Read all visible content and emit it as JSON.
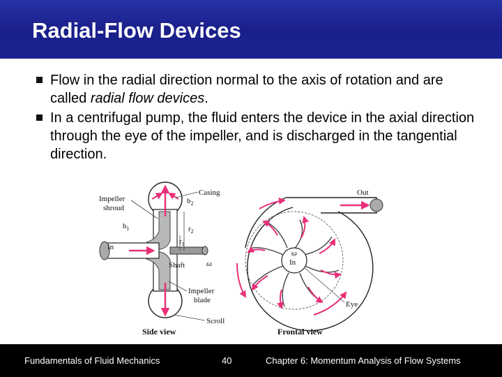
{
  "title": "Radial-Flow Devices",
  "bullets": [
    {
      "text_a": "Flow in the radial direction normal to the axis of rotation and are called ",
      "text_em": "radial flow devices",
      "text_b": "."
    },
    {
      "text": "In a centrifugal pump, the fluid enters the device in the axial direction through the eye of the impeller, and is discharged in the tangential direction."
    }
  ],
  "figure": {
    "side_labels": {
      "impeller_shroud": "Impeller shroud",
      "impeller_shroud_line1": "Impeller",
      "impeller_shroud_line2": "shroud",
      "casing": "Casing",
      "b2": "b",
      "b2_sub": "2",
      "b1": "b",
      "b1_sub": "1",
      "r2": "r",
      "r2_sub": "2",
      "r1": "r",
      "r1_sub": "1",
      "in": "In",
      "shaft": "Shaft",
      "omega": "ω",
      "impeller_blade_line1": "Impeller",
      "impeller_blade_line2": "blade",
      "scroll": "Scroll",
      "caption": "Side view"
    },
    "front_labels": {
      "out": "Out",
      "omega": "ω",
      "in": "In",
      "eye": "Eye",
      "caption": "Frontal view"
    },
    "colors": {
      "arrow": "#e8307a",
      "shade": "#b8b8b8",
      "dark": "#666666"
    }
  },
  "footer": {
    "left": "Fundamentals of Fluid Mechanics",
    "page": "40",
    "right": "Chapter 6:  Momentum Analysis of Flow Systems"
  }
}
